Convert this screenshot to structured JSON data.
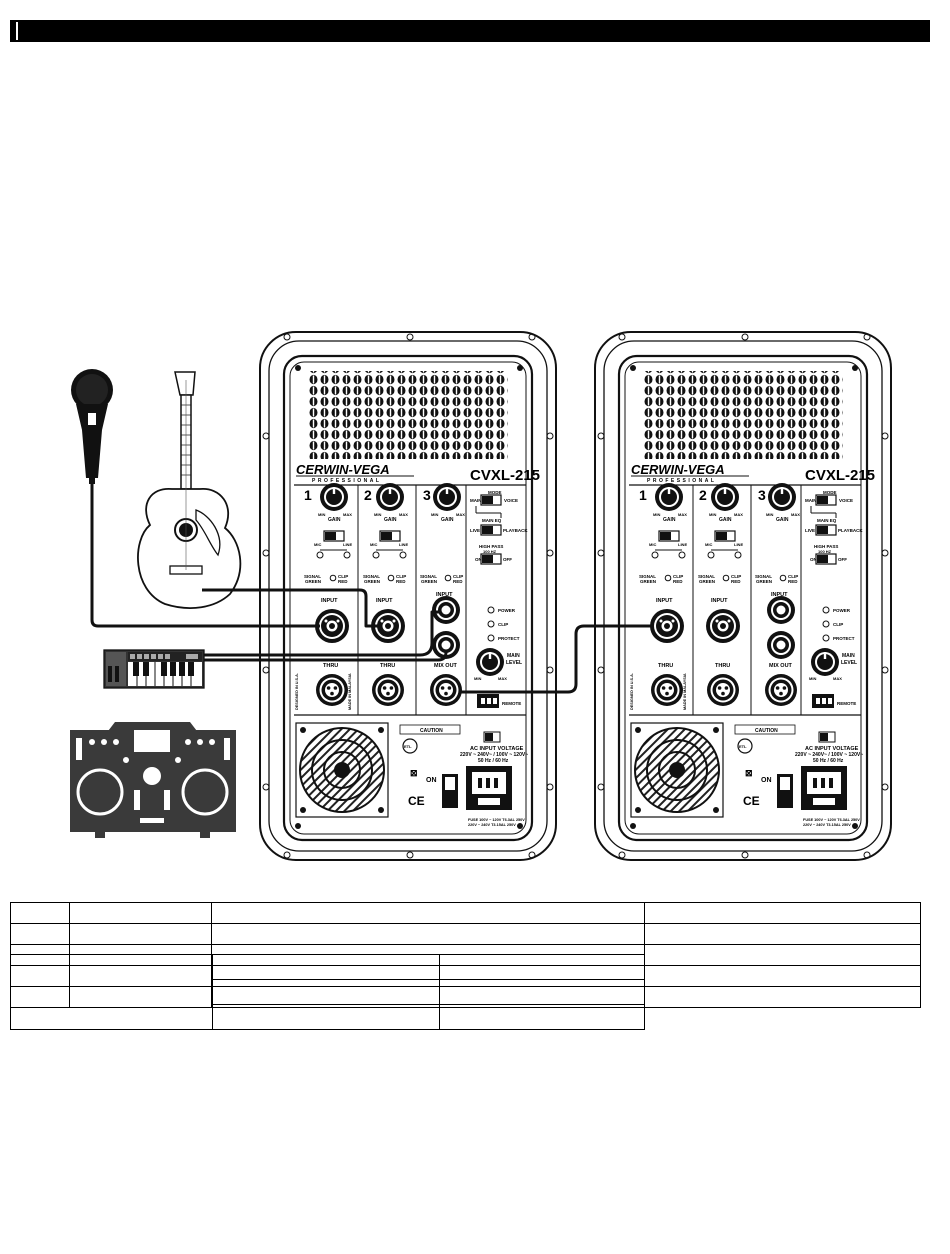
{
  "speakers": [
    {
      "brand": "CERWIN-VEGA",
      "brand_sub": "PROFESSIONAL",
      "model": "CVXL-215",
      "channels": [
        "1",
        "2",
        "3"
      ],
      "labels": {
        "gain": "GAIN",
        "min": "MIN",
        "max": "MAX",
        "mic": "MIC",
        "line": "LINE",
        "signal": "SIGNAL",
        "green": "GREEN",
        "clip": "CLIP",
        "red": "RED",
        "input": "INPUT",
        "thru": "THRU",
        "mix_out": "MIX OUT",
        "mode": "MODE",
        "main": "MAIN",
        "voice": "VOICE",
        "main_eq": "MAIN EQ",
        "live": "LIVE",
        "playback": "PLAYBACK",
        "high_pass": "HIGH PASS",
        "hz": "100 HZ",
        "on": "ON",
        "off": "OFF",
        "power": "POWER",
        "clip_led": "CLIP",
        "protect": "PROTECT",
        "main_level": "MAIN",
        "level": "LEVEL",
        "remote": "REMOTE",
        "caution": "CAUTION",
        "ac_input": "AC INPUT VOLTAGE",
        "voltage": "220V ~ 240V~ / 100V ~ 120V~",
        "freq": "50 Hz / 60 Hz",
        "on_switch": "ON",
        "ce": "CE",
        "made_in": "MADE IN MALAYSIA",
        "designed": "DESIGNED IN U.S.A.",
        "fuse_1": "FUSE 100V ~ 120V T6.3AL 250V",
        "fuse_2": "220V ~ 240V T3.15AL 250V"
      }
    }
  ]
}
